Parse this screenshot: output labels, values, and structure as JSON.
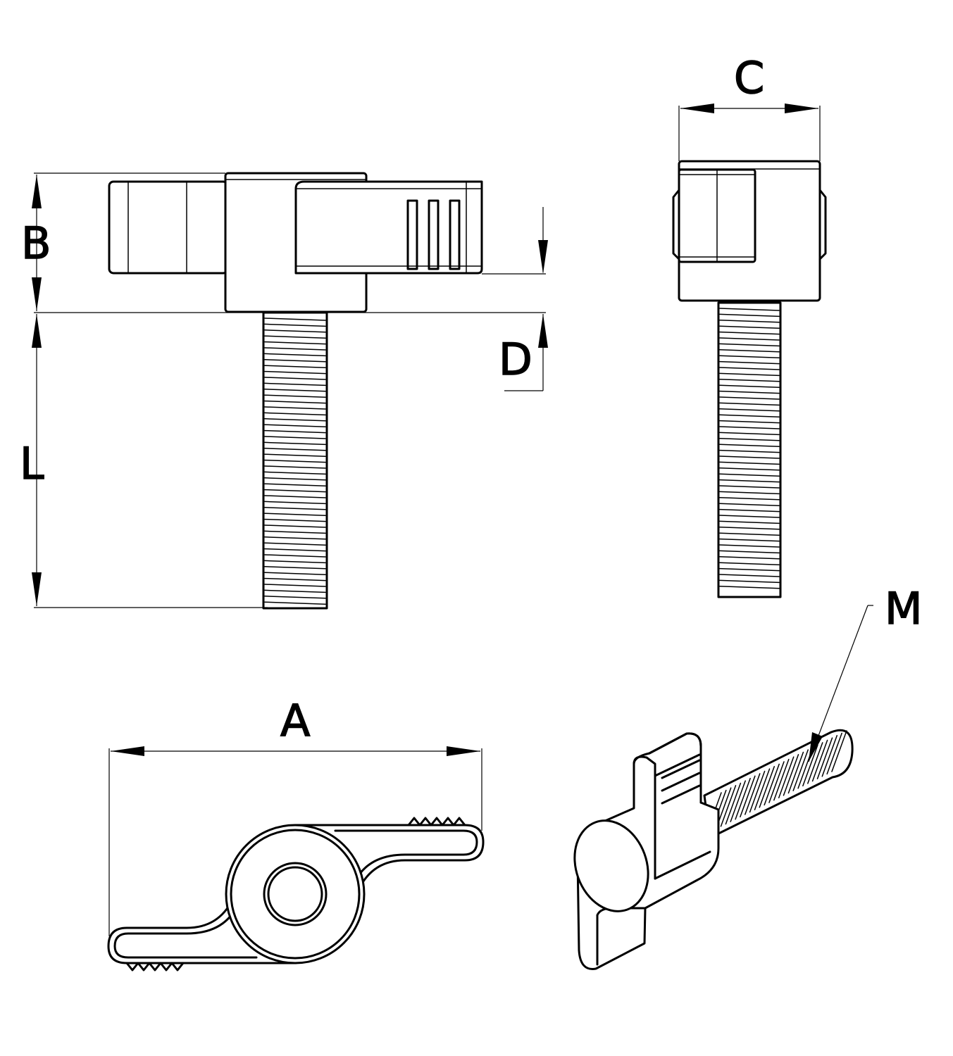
{
  "labels": {
    "A": "A",
    "B": "B",
    "C": "C",
    "D": "D",
    "L": "L",
    "M": "M"
  },
  "colors": {
    "line": "#000000",
    "background": "#ffffff"
  }
}
